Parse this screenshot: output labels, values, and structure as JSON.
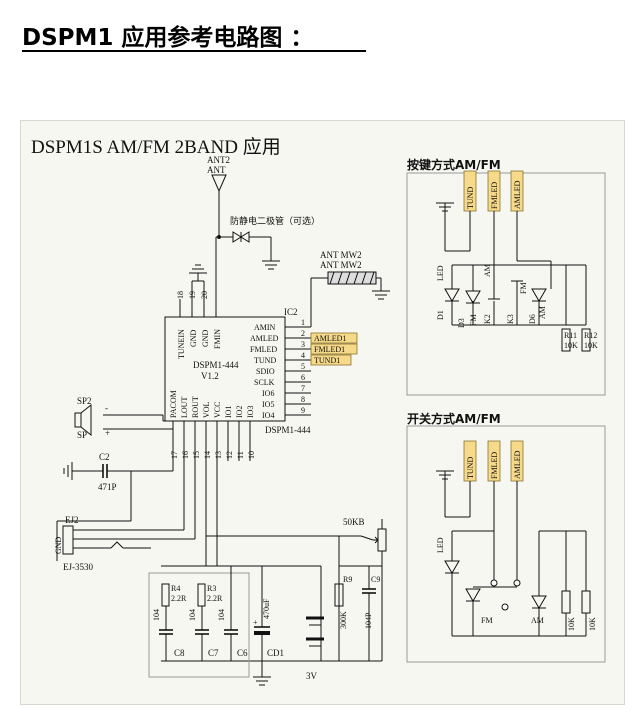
{
  "doc_title": "DSPM1 应用参考电路图 ：",
  "schematic": {
    "title": "DSPM1S     AM/FM 2BAND 应用",
    "ant_top": [
      "ANT2",
      "ANT"
    ],
    "esd_note": "防静电二极管（可选）",
    "ant_mw": [
      "ANT MW2",
      "ANT MW2"
    ],
    "ic_ref": "IC2",
    "ic_name": "DSPM1-444",
    "ic_version": "V1.2",
    "ic_bottom_label": "DSPM1-444",
    "top_pin_names": [
      "TUNEIN",
      "GND",
      "GND",
      "FMIN"
    ],
    "top_pin_numbers": [
      "18",
      "19",
      "20"
    ],
    "right_pin_names": [
      "AMIN",
      "AMLED",
      "FMLED",
      "TUND",
      "SDIO",
      "SCLK",
      "IO6",
      "IO5",
      "IO4"
    ],
    "right_pin_numbers": [
      "1",
      "2",
      "3",
      "4",
      "5",
      "6",
      "7",
      "8",
      "9"
    ],
    "bottom_pin_names": [
      "PACOM",
      "LOUT",
      "ROUT",
      "VOL",
      "VCC",
      "IO1",
      "IO2",
      "IO3"
    ],
    "bottom_pin_numbers": [
      "17",
      "16",
      "15",
      "14",
      "13",
      "12",
      "11",
      "10"
    ],
    "tags": [
      "AMLED1",
      "FMLED1",
      "TUND1"
    ],
    "speaker": {
      "ref": "SP2",
      "minus": "-",
      "sp": "SP",
      "plus": "+"
    },
    "cap_c2": {
      "ref": "C2",
      "value": "471P"
    },
    "jack": {
      "ref": "EJ2",
      "gnd": "GND",
      "part": "EJ-3530"
    },
    "pot_label": "50KB",
    "bottom_parts": {
      "r4": [
        "R4",
        "2.2R"
      ],
      "r3": [
        "R3",
        "2.2R"
      ],
      "c8": [
        "104",
        "C8"
      ],
      "c7": [
        "104",
        "C7"
      ],
      "c6": [
        "104",
        "C6"
      ],
      "cd1": [
        "470uF",
        "CD1"
      ],
      "r9": [
        "R9",
        "300K"
      ],
      "c9": [
        "C9",
        "104P"
      ]
    },
    "battery_label": "3V"
  },
  "key_mode": {
    "title": "按键方式AM/FM",
    "connectors": [
      "TUND",
      "FMLED",
      "AMLED"
    ],
    "labels": {
      "led": "LED",
      "d1": "D1",
      "d3": "D3",
      "fm1": "FM",
      "k2": "K2",
      "am1": "AM",
      "k3": "K3",
      "fm2": "FM",
      "am2": "AM",
      "d6": "D6",
      "r11": "R11",
      "r11v": "10K",
      "r12": "R12",
      "r12v": "10K"
    }
  },
  "switch_mode": {
    "title": "开关方式AM/FM",
    "connectors": [
      "TUND",
      "FMLED",
      "AMLED"
    ],
    "labels": {
      "led": "LED",
      "fm": "FM",
      "am": "AM",
      "r1": "10K",
      "r2": "10K"
    }
  }
}
